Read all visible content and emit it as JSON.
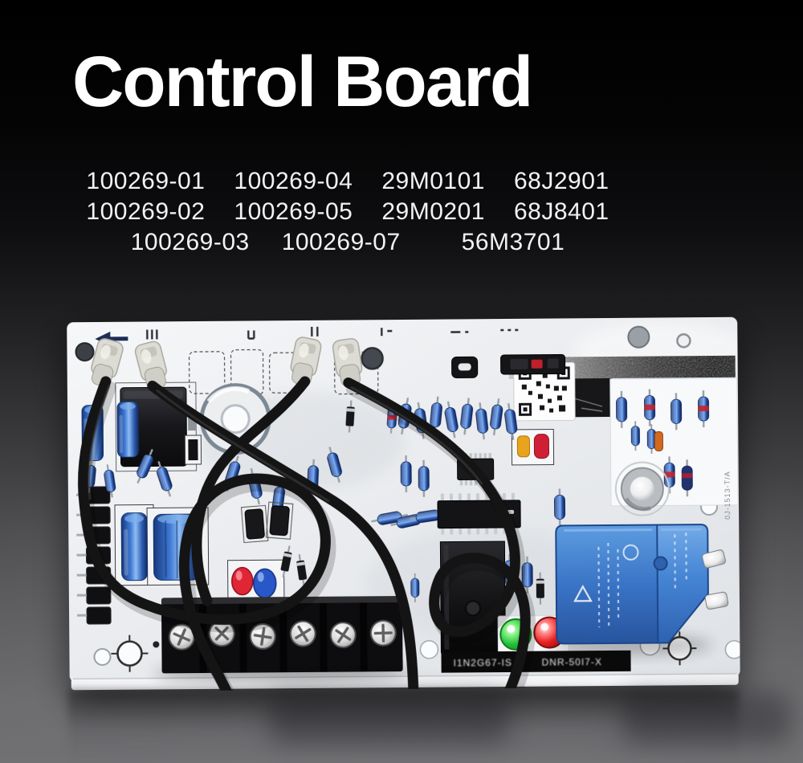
{
  "title": "Control Board",
  "part_numbers": {
    "rows": [
      [
        "100269-01",
        "100269-04",
        "29M0101",
        "68J2901"
      ],
      [
        "100269-02",
        "100269-05",
        "29M0201",
        "68J8401"
      ],
      [
        "100269-03",
        "100269-07",
        "56M3701"
      ]
    ]
  },
  "board": {
    "label_strip": {
      "left_text": "I1N2G67-IS",
      "right_text": "DNR-50I7-X"
    },
    "edge_marking": "0J-1513-T/A",
    "colors": {
      "pcb_white": "#eef0f2",
      "resistor_blue": "#2a5fb8",
      "relay_blue": "#4286d2",
      "led_green": "#27c83c",
      "led_red": "#e81e1e",
      "wire_black": "#141414",
      "terminal_black": "#0d0d0f"
    }
  },
  "background": {
    "top": "#000000",
    "bottom": "#717174"
  }
}
